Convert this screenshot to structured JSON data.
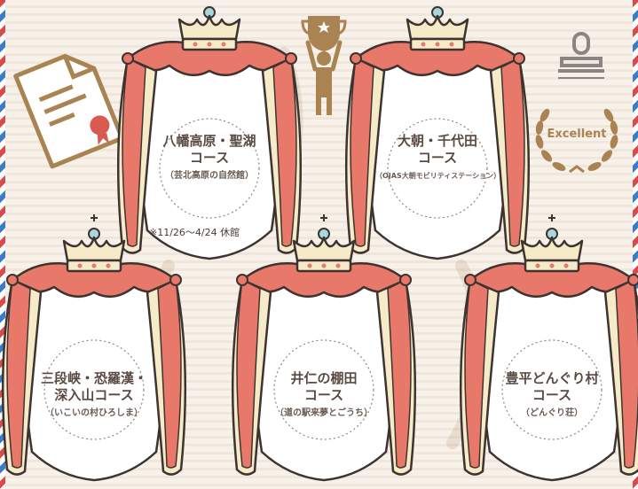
{
  "courses": [
    {
      "title_lines": [
        "八幡高原・聖湖",
        "コース"
      ],
      "subtitle": "（芸北高原の自然館）",
      "note": "※11/26～4/24 休館"
    },
    {
      "title_lines": [
        "大朝・千代田",
        "コース"
      ],
      "subtitle": "（OJAS大朝モビリティステーション）"
    },
    {
      "title_lines": [
        "三段峡・恐羅漢・",
        "深入山コース"
      ],
      "subtitle": "（いこいの村ひろしま）"
    },
    {
      "title_lines": [
        "井仁の棚田",
        "コース"
      ],
      "subtitle": "（道の駅来夢とごうち）"
    },
    {
      "title_lines": [
        "豊平どんぐり村",
        "コース"
      ],
      "subtitle": "（どんぐり荘）"
    }
  ],
  "badge": {
    "text": "Excellent"
  },
  "icons": {
    "certificate": "certificate-icon",
    "trophy": "trophy-icon",
    "stamp": "stamp-icon",
    "laurel": "laurel-wreath-icon"
  },
  "colors": {
    "curtain": "#e8796a",
    "curtain_dark": "#d95a4e",
    "cream": "#f6ebc8",
    "brown": "#a98452",
    "line": "#3d3330"
  }
}
